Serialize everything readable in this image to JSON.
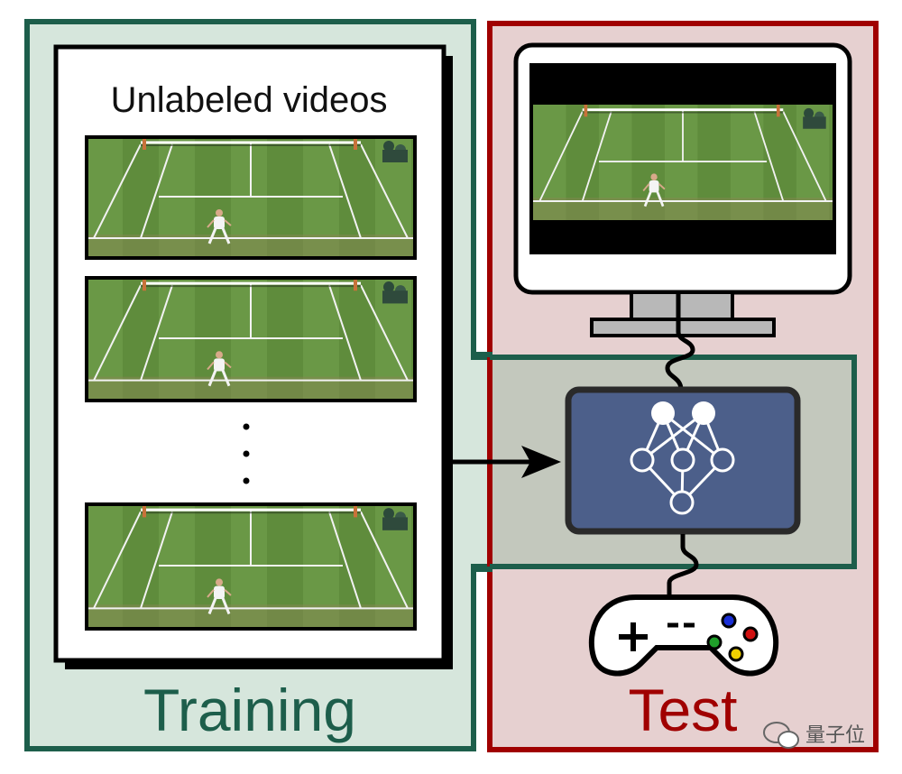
{
  "training": {
    "label": "Training",
    "frames_title": "Unlabeled videos",
    "ellipsis": "⋮",
    "color": "#1d5e4b",
    "fill": "#d6e6dc"
  },
  "test": {
    "label": "Test",
    "color": "#a00000",
    "fill": "#e6d0d0"
  },
  "overlap_fill": "#c3c8bd",
  "network_box_fill": "#4c5f8a",
  "court_color": "#5d8a3a",
  "watermark": "量子位",
  "icons": [
    "tennis-video-frame",
    "monitor-icon",
    "neural-network-icon",
    "gamepad-icon",
    "arrow-right-icon"
  ]
}
